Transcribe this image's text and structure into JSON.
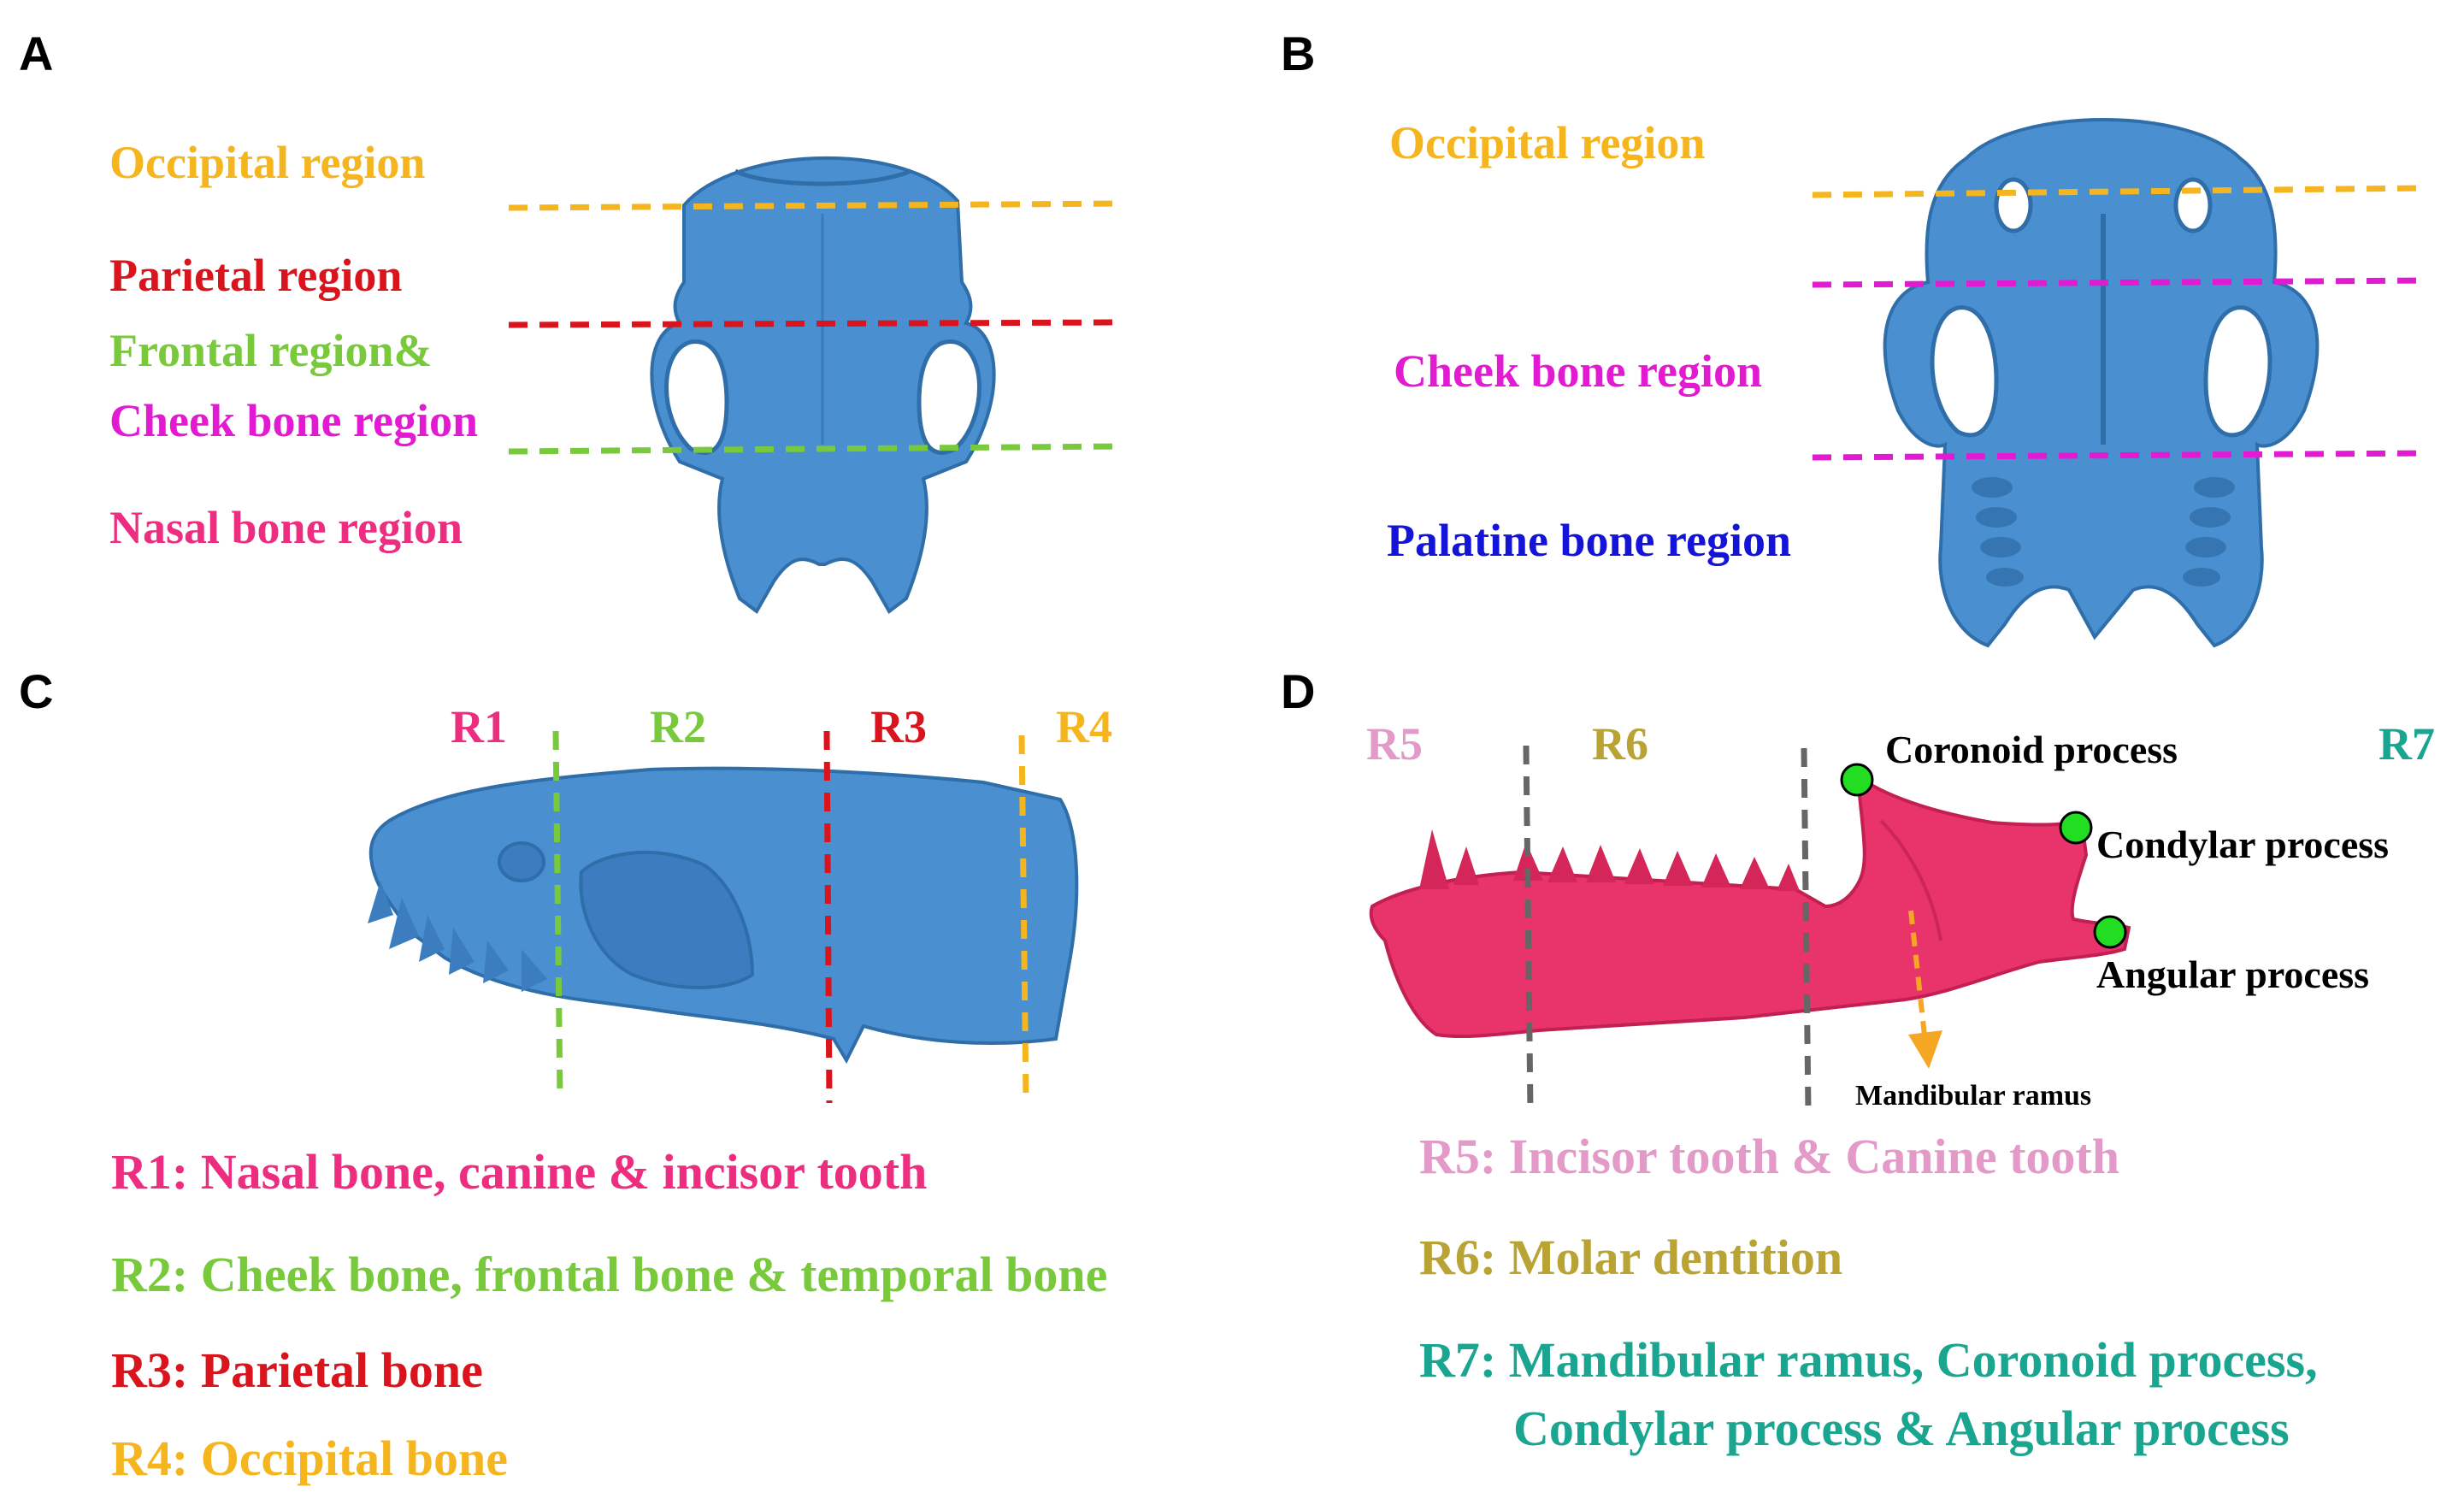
{
  "colors": {
    "occipital": "#f5b51f",
    "parietal": "#d9141c",
    "frontal": "#79c93d",
    "cheek": "#e21bd2",
    "nasal": "#ec2d80",
    "palatine": "#1414d8",
    "r5": "#e39ac9",
    "r6": "#b9a334",
    "r7": "#19a590",
    "boundary_gray": "#666666",
    "landmark_green": "#22dd22",
    "ramus_arrow": "#f5a623",
    "skull": "#4a8fd0",
    "mandible": "#e8336b"
  },
  "panels": {
    "A": {
      "letter": "A",
      "labels": {
        "occipital": "Occipital region",
        "parietal": "Parietal region",
        "frontal": "Frontal region&",
        "cheek": "Cheek bone region",
        "nasal": "Nasal bone region"
      }
    },
    "B": {
      "letter": "B",
      "labels": {
        "occipital": "Occipital region",
        "cheek": "Cheek bone region",
        "palatine": "Palatine bone region"
      }
    },
    "C": {
      "letter": "C",
      "regions": [
        "R1",
        "R2",
        "R3",
        "R4"
      ],
      "legend": [
        "R1: Nasal bone, canine & incisor tooth",
        "R2: Cheek bone, frontal bone & temporal bone",
        "R3: Parietal bone",
        "R4: Occipital bone"
      ]
    },
    "D": {
      "letter": "D",
      "regions": [
        "R5",
        "R6",
        "R7"
      ],
      "landmarks": [
        "Coronoid process",
        "Condylar process",
        "Angular process"
      ],
      "ramus_label": "Mandibular ramus",
      "legend": [
        "R5: Incisor tooth & Canine tooth",
        "R6: Molar dentition",
        "R7: Mandibular ramus, Coronoid process,",
        "Condylar process & Angular process"
      ]
    }
  }
}
